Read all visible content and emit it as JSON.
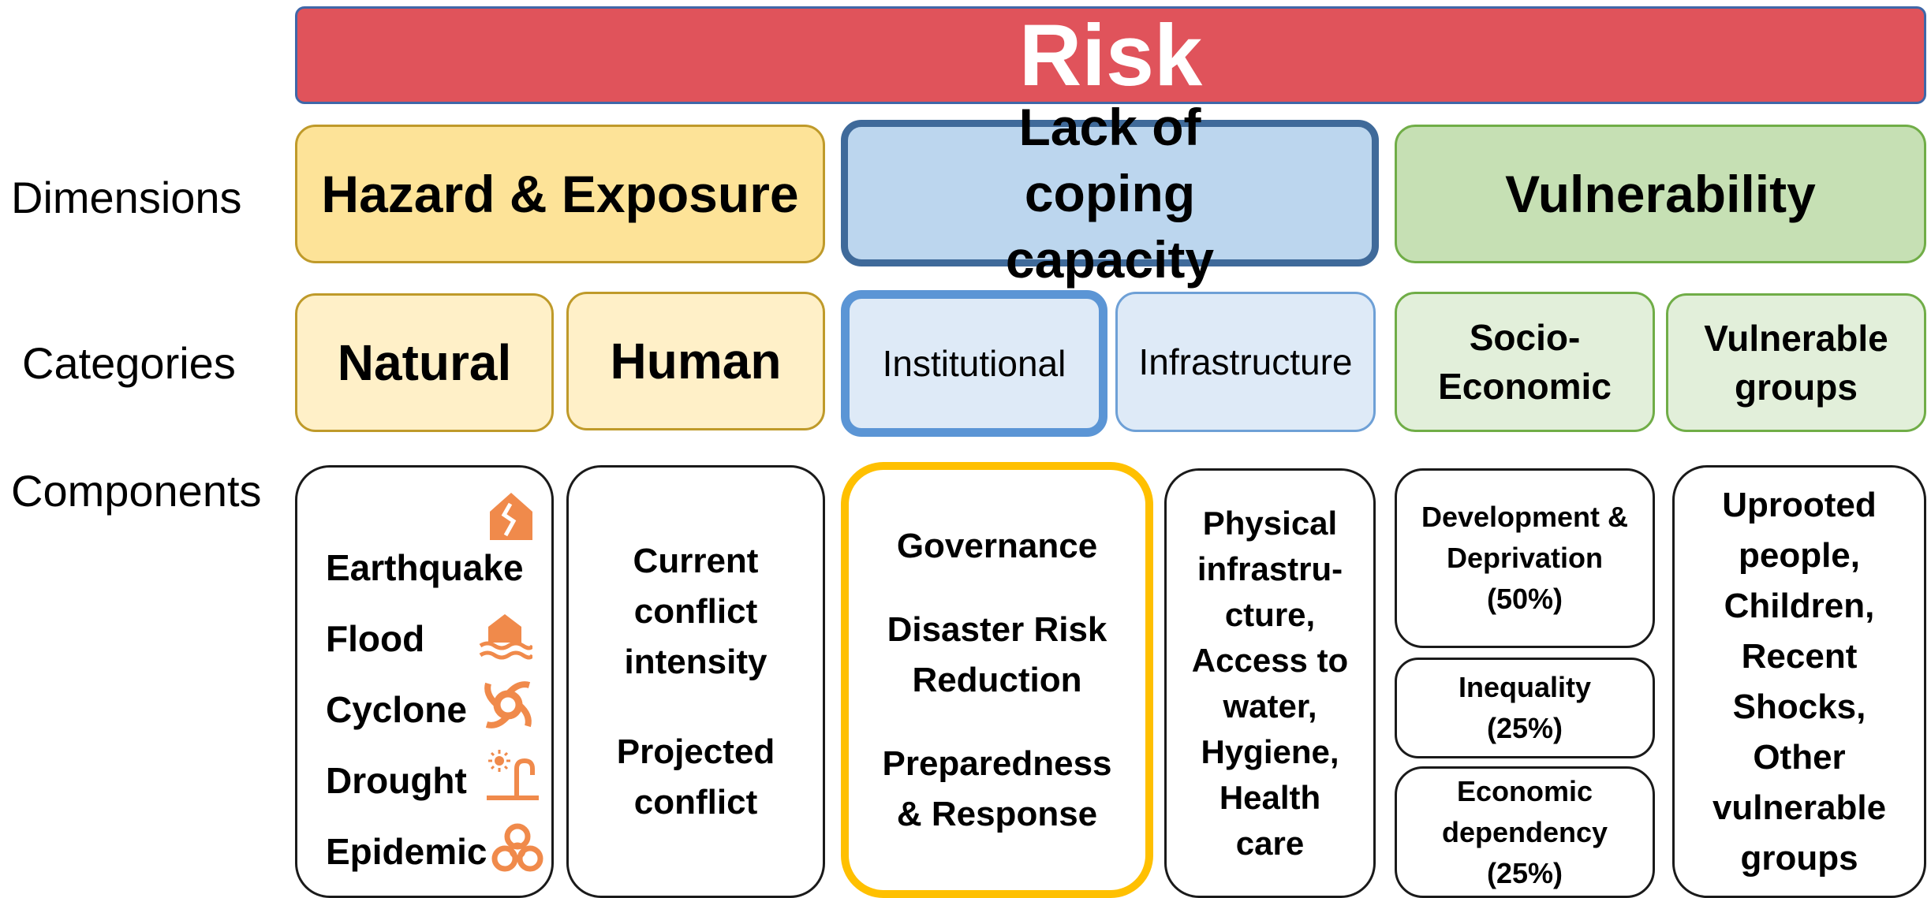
{
  "title": "Risk",
  "row_labels": {
    "dimensions": "Dimensions",
    "categories": "Categories",
    "components": "Components"
  },
  "dimensions": {
    "hazard": "Hazard & Exposure",
    "coping": "Lack of coping capacity",
    "vulnerability": "Vulnerability"
  },
  "categories": {
    "natural": "Natural",
    "human": "Human",
    "institutional": "Institutional",
    "infrastructure": "Infrastructure",
    "socio_economic": "Socio-Economic",
    "vulnerable_groups": "Vulnerable groups"
  },
  "components": {
    "natural": {
      "earthquake": "Earthquake",
      "flood": "Flood",
      "cyclone": "Cyclone",
      "drought": "Drought",
      "epidemic": "Epidemic"
    },
    "human": {
      "current": "Current conflict intensity",
      "projected": "Projected conflict"
    },
    "institutional": {
      "governance": "Governance",
      "drr": "Disaster Risk Reduction",
      "preparedness": "Preparedness & Response"
    },
    "infrastructure": "Physical infrastru-cture, Access to water, Hygiene, Health care",
    "socio_economic": {
      "development": "Development & Deprivation (50%)",
      "inequality": "Inequality (25%)",
      "economic": "Economic dependency (25%)"
    },
    "vulnerable_groups": "Uprooted people, Children, Recent Shocks, Other vulnerable groups"
  },
  "colors": {
    "risk": "#e0535b",
    "hazard": "#fde398",
    "coping": "#bcd6ee",
    "vulnerability": "#c6e0b4",
    "highlight": "#ffc000",
    "icon": "#f08a4b"
  },
  "icons": [
    "earthquake-icon",
    "flood-icon",
    "cyclone-icon",
    "drought-icon",
    "epidemic-icon"
  ]
}
